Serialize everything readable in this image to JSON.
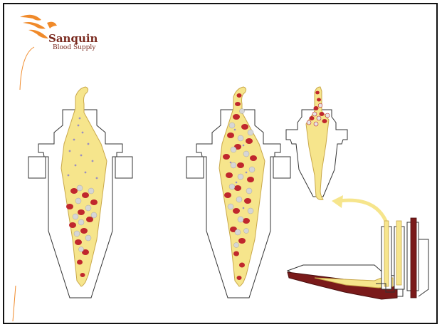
{
  "brand": {
    "name": "Sanquin",
    "subtitle": "Blood Supply",
    "logo_icon": "pelican-logo-icon",
    "colors": {
      "logo_orange": "#f08a2a",
      "logo_text": "#7a2a1f"
    }
  },
  "palette": {
    "plasma": "#f6e58c",
    "plasma_outline": "#c9a84a",
    "red_cell": "#c0272d",
    "red_cell_dark": "#7a1a1a",
    "white_cell": "#d6d6d6",
    "platelet": "#9b8fc0",
    "equipment_outline": "#333333",
    "arrow": "#f6e58c"
  },
  "figures": [
    {
      "id": "chamber-mixed",
      "contents": [
        "plasma",
        "platelets",
        "red_cells",
        "white_cells"
      ],
      "state": "cells settled in lower cone"
    },
    {
      "id": "chamber-full",
      "contents": [
        "plasma",
        "platelets",
        "red_cells",
        "white_cells"
      ],
      "state": "cells distributed throughout"
    },
    {
      "id": "chamber-small",
      "contents": [
        "plasma",
        "red_cells",
        "white_cells"
      ],
      "state": "cells collected at top"
    },
    {
      "id": "separator-bowl",
      "contents": [
        "plasma",
        "red_cells"
      ],
      "state": "cross-section of separation channel"
    }
  ],
  "arrow": {
    "from": "separator-bowl",
    "to": "chamber-small",
    "icon": "curved-arrow-icon"
  }
}
